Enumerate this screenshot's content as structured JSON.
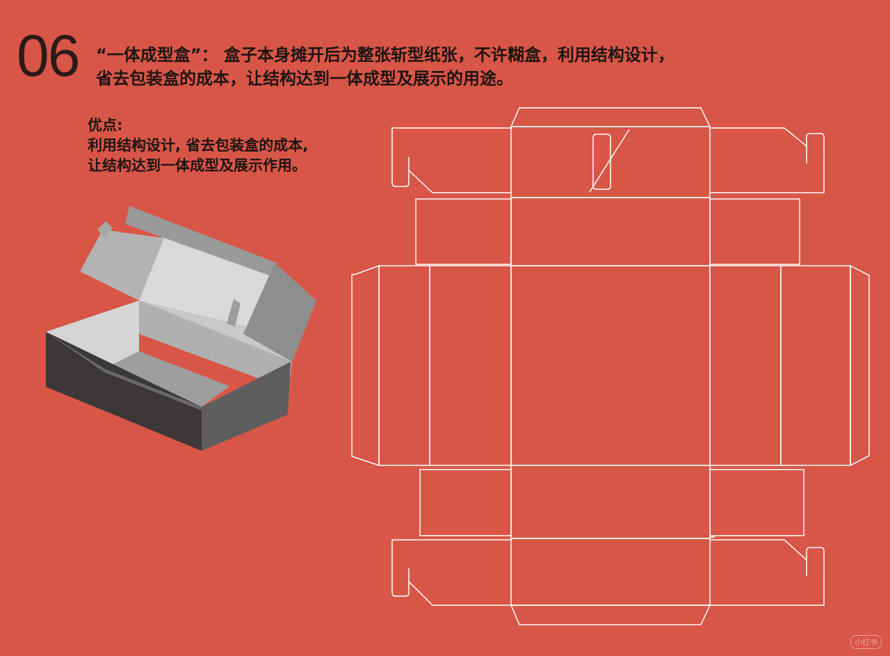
{
  "section": {
    "number": "06",
    "headline_line1": "“一体成型盒”： 盒子本身摊开后为整张斩型纸张，不许糊盒，利用结构设计，",
    "headline_line2": "省去包装盒的成本，让结构达到一体成型及展示的用途。"
  },
  "advantages": {
    "title": "优点:",
    "line1": "利用结构设计, 省去包装盒的成本,",
    "line2": "让结构达到一体成型及展示作用。"
  },
  "watermark": "小红书",
  "colors": {
    "background": "#d85647",
    "text": "#1e1412",
    "dieline": "#ffffff",
    "box_dark": "#3e3a3a",
    "box_mid": "#8c8c8c",
    "box_light": "#c7c7c7"
  }
}
